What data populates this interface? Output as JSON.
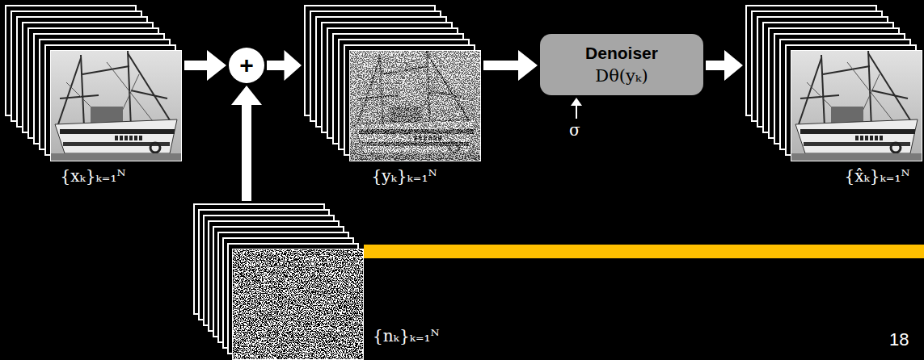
{
  "diagram": {
    "nodes": [
      {
        "text": [
          "{xₖ}ₖ₌₁ᴺ"
        ]
      },
      {
        "text": [
          "+"
        ]
      },
      {
        "text": [
          "{nₖ}ₖ₌₁ᴺ"
        ]
      },
      {
        "text": [
          "{yₖ}ₖ₌₁ᴺ"
        ]
      },
      {
        "text": [
          "Denoiser",
          "Dθ(yₖ)"
        ]
      },
      {
        "text": [
          "{x̂ₖ}ₖ₌₁ᴺ"
        ]
      }
    ],
    "edges": [
      {
        "from": 0,
        "to": 1,
        "arrow": "to"
      },
      {
        "from": 2,
        "to": 1,
        "arrow": "to"
      },
      {
        "from": 1,
        "to": 3,
        "arrow": "to"
      },
      {
        "from": 3,
        "to": 4,
        "arrow": "to"
      },
      {
        "from": 4,
        "to": 5,
        "arrow": "to"
      }
    ],
    "labels": [
      "σ",
      "18"
    ]
  }
}
